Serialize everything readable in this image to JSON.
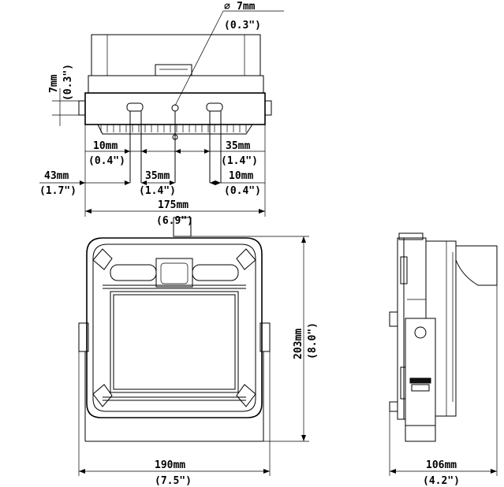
{
  "top_view": {
    "hole_dia": "7mm",
    "hole_dia_in": "(0.3\")",
    "height_dim": "7mm",
    "height_dim_in": "(0.3\")",
    "dim_10_left": "10mm",
    "dim_10_left_in": "(0.4\")",
    "dim_35_right": "35mm",
    "dim_35_right_in": "(1.4\")",
    "dim_43": "43mm",
    "dim_43_in": "(1.7\")",
    "dim_35_mid": "35mm",
    "dim_35_mid_in": "(1.4\")",
    "dim_10_right": "10mm",
    "dim_10_right_in": "(0.4\")",
    "dim_175": "175mm",
    "dim_175_in": "(6.9\")"
  },
  "front_view": {
    "height": "203mm",
    "height_in": "(8.0\")",
    "width": "190mm",
    "width_in": "(7.5\")"
  },
  "side_view": {
    "depth": "106mm",
    "depth_in": "(4.2\")"
  }
}
